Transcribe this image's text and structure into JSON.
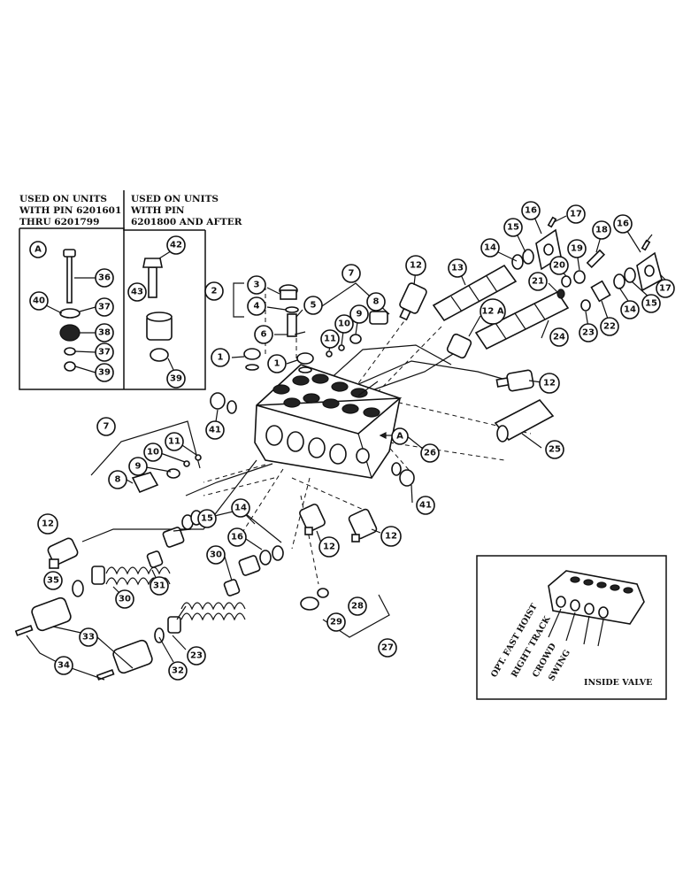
{
  "headings": {
    "left_box_title": [
      "USED ON UNITS",
      "WITH PIN 6201601",
      "THRU 6201799"
    ],
    "right_box_title": [
      "USED ON UNITS",
      "WITH PIN",
      "6201800 AND AFTER"
    ]
  },
  "inset": {
    "caption": "INSIDE VALVE",
    "spool_labels": [
      "OPT. FAST HOIST",
      "RIGHT TRACK",
      "CROWD",
      "SWING"
    ]
  },
  "callouts": {
    "c1a": "1",
    "c1b": "1",
    "c2": "2",
    "c3": "3",
    "c4": "4",
    "c5": "5",
    "c6": "6",
    "c7a": "7",
    "c7b": "7",
    "c8a": "8",
    "c8b": "8",
    "c9a": "9",
    "c9b": "9",
    "c10a": "10",
    "c10b": "10",
    "c11a": "11",
    "c11b": "11",
    "c12a": "12",
    "c12b": "12",
    "c12c": "12",
    "c12d": "12",
    "c12e": "12",
    "c12A": "12 A",
    "c13": "13",
    "c14a": "14",
    "c14b": "14",
    "c14c": "14",
    "c15a": "15",
    "c15b": "15",
    "c15c": "15",
    "c16a": "16",
    "c16b": "16",
    "c16c": "16",
    "c17a": "17",
    "c17b": "17",
    "c18": "18",
    "c19": "19",
    "c20": "20",
    "c21": "21",
    "c22": "22",
    "c23a": "23",
    "c23b": "23",
    "c24": "24",
    "c25": "25",
    "c26": "26",
    "c27": "27",
    "c28": "28",
    "c29": "29",
    "c30a": "30",
    "c30b": "30",
    "c31": "31",
    "c32": "32",
    "c33": "33",
    "c34": "34",
    "c35": "35",
    "c36": "36",
    "c37a": "37",
    "c37b": "37",
    "c38": "38",
    "c39a": "39",
    "c39b": "39",
    "c40": "40",
    "c41a": "41",
    "c41b": "41",
    "c42": "42",
    "c43": "43",
    "cAa": "A",
    "cAb": "A"
  }
}
